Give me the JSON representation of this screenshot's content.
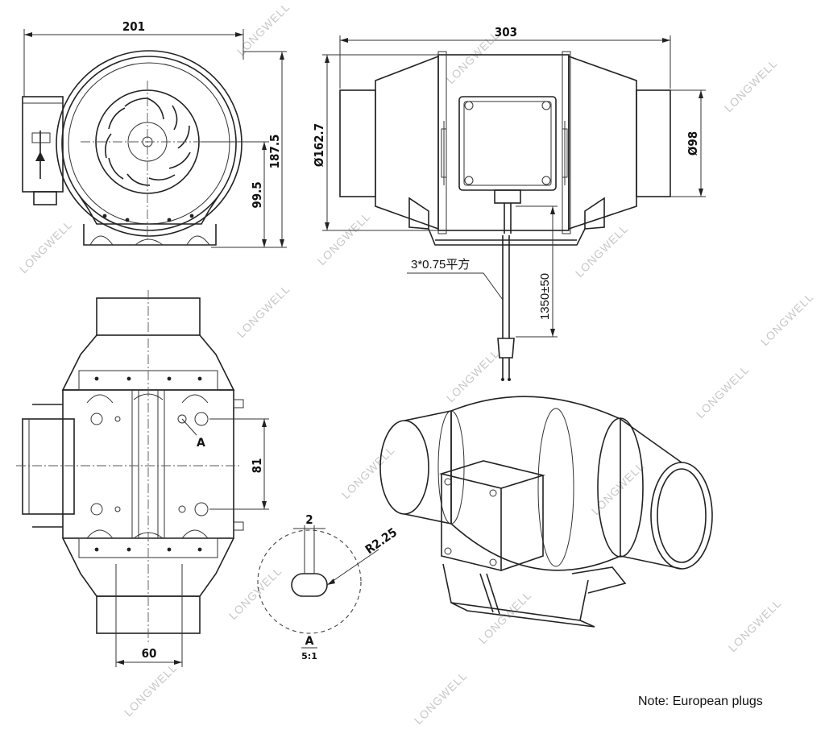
{
  "dimensions": {
    "front_width": "201",
    "front_height": "187.5",
    "front_center_height": "99.5",
    "side_length": "303",
    "side_body_diameter": "Ø162.7",
    "side_outlet_diameter": "Ø98",
    "cable_spec": "3*0.75平方",
    "cable_length": "1350±50",
    "bottom_hole_spacing": "81",
    "bottom_bracket_width": "60",
    "detail_slot_width": "2",
    "detail_radius": "R2.25",
    "detail_ref": "A",
    "section_label": "A",
    "section_scale": "5:1"
  },
  "watermark": "LONGWELL",
  "note": "Note: European plugs"
}
